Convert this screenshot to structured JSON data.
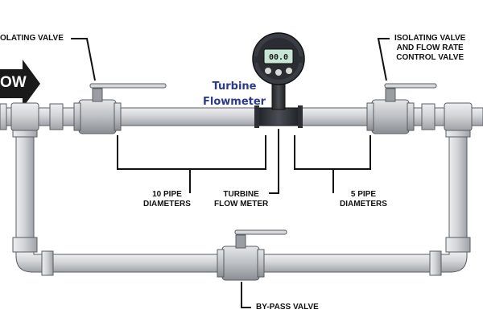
{
  "flow_arrow": {
    "text": "OW",
    "color": "#1a1a1a"
  },
  "device": {
    "name_line1": "Turbine",
    "name_line2": "Flowmeter",
    "name_color": "#2b3a8c",
    "display_reading": "00.0"
  },
  "callouts": {
    "isolating_valve_left": "OLATING VALVE",
    "isolating_valve_right": [
      "ISOLATING VALVE",
      "AND FLOW RATE",
      "CONTROL VALVE"
    ],
    "upstream_straight_run": [
      "10 PIPE",
      "DIAMETERS"
    ],
    "turbine_flow_meter": [
      "TURBINE",
      "FLOW METER"
    ],
    "downstream_straight_run": [
      "5 PIPE",
      "DIAMETERS"
    ],
    "bypass_valve": "BY-PASS VALVE"
  },
  "colors": {
    "pipe_fill": "#cfd1d4",
    "pipe_outline": "#5a5c60",
    "valve_fill": "#b5b8bc",
    "meter_body": "#2c2f33",
    "display_screen": "#c8e6d6"
  }
}
